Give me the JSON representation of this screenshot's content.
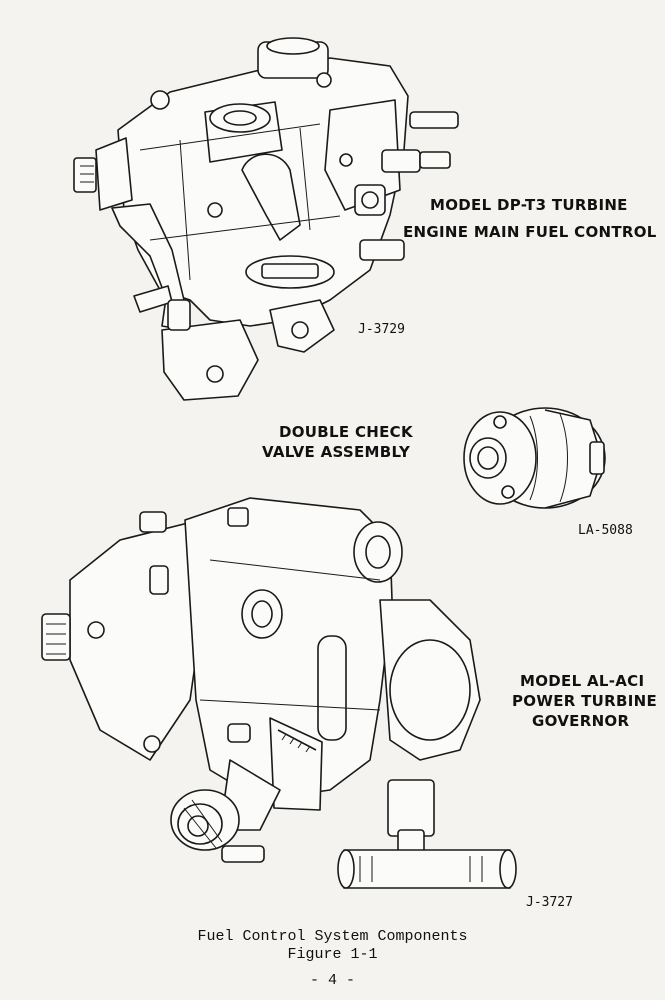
{
  "figure1": {
    "title_line1": "MODEL DP-T3 TURBINE",
    "title_line2": "ENGINE MAIN FUEL CONTROL",
    "code": "J-3729"
  },
  "figure2": {
    "title_line1": "DOUBLE CHECK",
    "title_line2": "VALVE ASSEMBLY",
    "code": "LA-5088"
  },
  "figure3": {
    "title_line1": "MODEL AL-ACI",
    "title_line2": "POWER TURBINE",
    "title_line3": "GOVERNOR",
    "code": "J-3727"
  },
  "caption": {
    "line1": "Fuel Control System Components",
    "line2": "Figure 1-1",
    "page_number": "- 4 -"
  }
}
